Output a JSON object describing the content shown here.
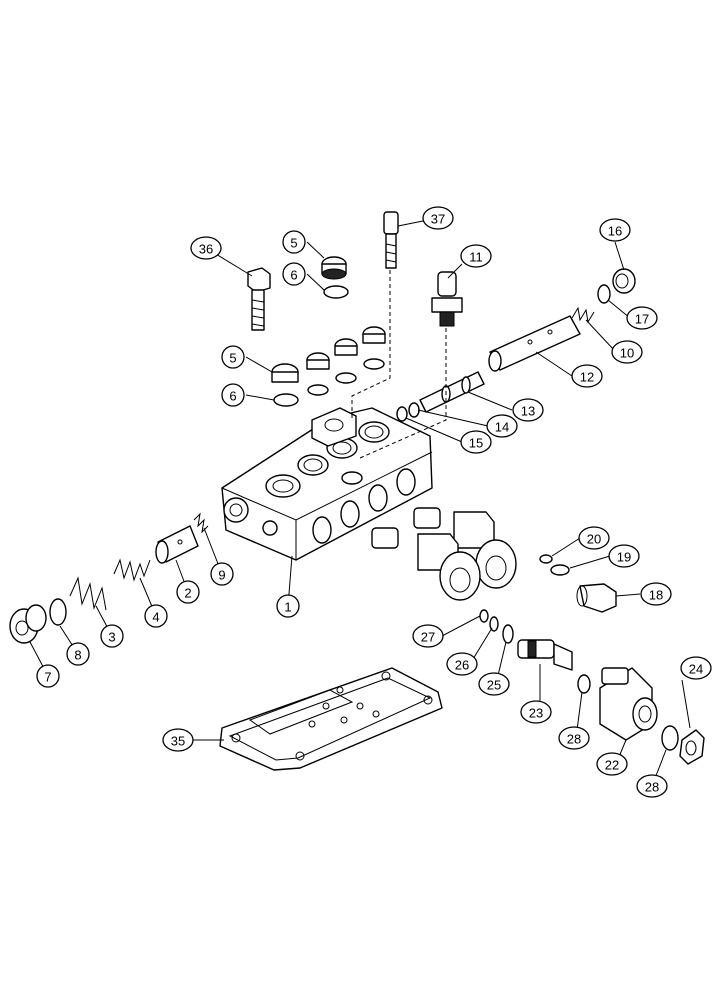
{
  "callouts": [
    {
      "label": "37"
    },
    {
      "label": "36"
    },
    {
      "label": "5"
    },
    {
      "label": "6"
    },
    {
      "label": "11"
    },
    {
      "label": "16"
    },
    {
      "label": "17"
    },
    {
      "label": "10"
    },
    {
      "label": "12"
    },
    {
      "label": "5"
    },
    {
      "label": "6"
    },
    {
      "label": "13"
    },
    {
      "label": "14"
    },
    {
      "label": "15"
    },
    {
      "label": "9"
    },
    {
      "label": "2"
    },
    {
      "label": "4"
    },
    {
      "label": "3"
    },
    {
      "label": "8"
    },
    {
      "label": "7"
    },
    {
      "label": "1"
    },
    {
      "label": "20"
    },
    {
      "label": "19"
    },
    {
      "label": "18"
    },
    {
      "label": "27"
    },
    {
      "label": "26"
    },
    {
      "label": "25"
    },
    {
      "label": "23"
    },
    {
      "label": "28"
    },
    {
      "label": "24"
    },
    {
      "label": "22"
    },
    {
      "label": "28"
    },
    {
      "label": "35"
    }
  ]
}
